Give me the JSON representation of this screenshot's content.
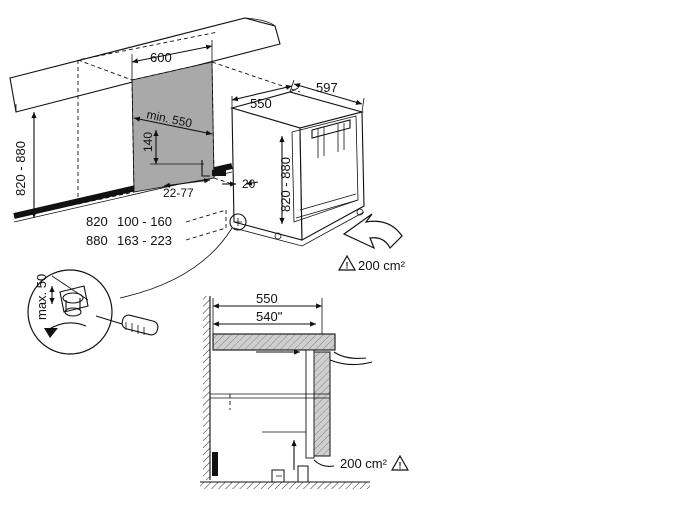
{
  "top_view": {
    "width_label": "600",
    "depth_label": "550",
    "appliance_width_label": "597",
    "min_depth_label": "min. 550",
    "vent_height_label": "140",
    "gap_label": "22-77",
    "side_gap_label": "20",
    "niche_height_label": "820 - 880",
    "appliance_height_label": "820 - 880",
    "foot_table": [
      {
        "height": "820",
        "foot": "100 - 160"
      },
      {
        "height": "880",
        "foot": "163 - 223"
      }
    ],
    "air_area_label": "200 cm²"
  },
  "detail": {
    "adjust_label": "max. 50"
  },
  "section_view": {
    "depth_label": "550",
    "inner_depth_label": "540\"",
    "air_area_label": "200 cm²"
  },
  "colors": {
    "line": "#111111",
    "niche_back": "#a9a9a9",
    "section_fill": "#cfcfcf"
  }
}
